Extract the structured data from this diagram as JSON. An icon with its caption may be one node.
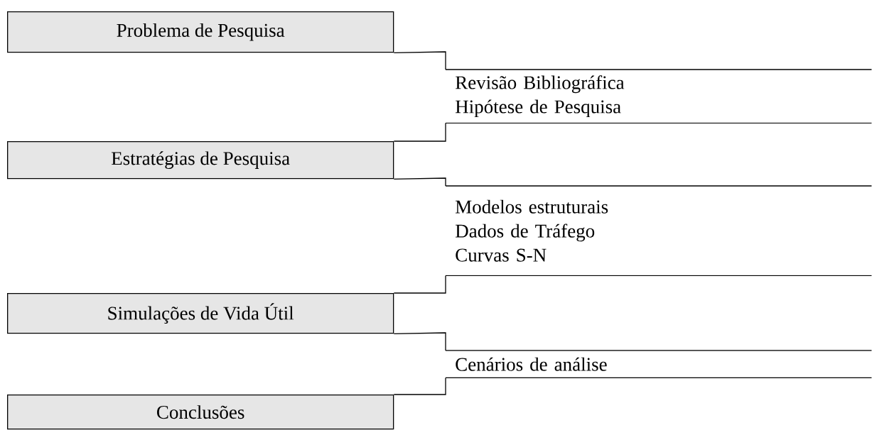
{
  "diagram": {
    "nodes": [
      {
        "text": [
          "Problema de Pesquisa"
        ]
      },
      {
        "text": [
          "Revisão Bibliográfica",
          "Hipótese de Pesquisa"
        ]
      },
      {
        "text": [
          "Estratégias de Pesquisa"
        ]
      },
      {
        "text": [
          "Modelos estruturais",
          "Dados de Tráfego",
          "Curvas S-N"
        ]
      },
      {
        "text": [
          "Simulações de Vida Útil"
        ]
      },
      {
        "text": [
          "Cenários de análise"
        ]
      },
      {
        "text": [
          "Conclusões"
        ]
      }
    ],
    "edges": [
      {
        "from": 0,
        "to": 1,
        "arrow": "none"
      },
      {
        "from": 1,
        "to": 2,
        "arrow": "none"
      },
      {
        "from": 2,
        "to": 3,
        "arrow": "none"
      },
      {
        "from": 3,
        "to": 4,
        "arrow": "none"
      },
      {
        "from": 4,
        "to": 5,
        "arrow": "none"
      },
      {
        "from": 5,
        "to": 6,
        "arrow": "none"
      }
    ]
  }
}
